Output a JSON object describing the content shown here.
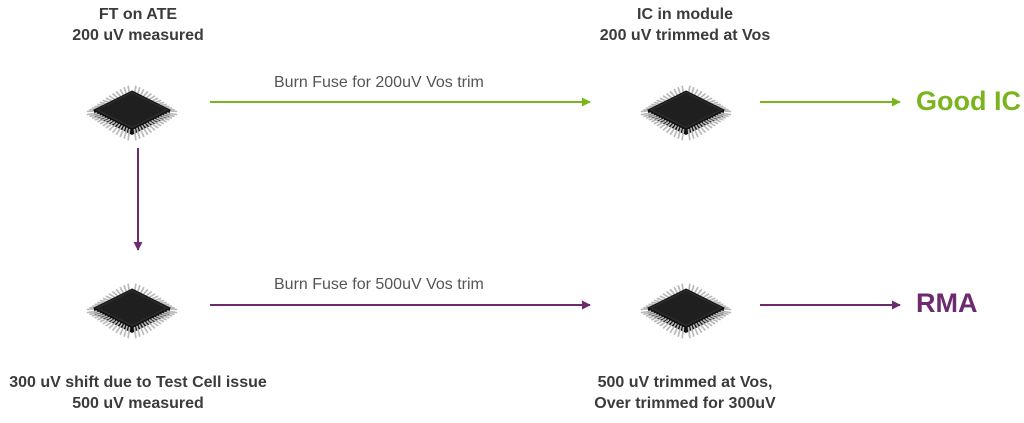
{
  "colors": {
    "pass": "#7ab51d",
    "fail": "#6d2a6e",
    "chip_body": "#1f1f1f",
    "chip_top": "#2c2c2c",
    "pin": "#b9b9b9",
    "caption_text": "#3b3b3b",
    "label_text": "#555555"
  },
  "icons": {
    "chip": "qfp-chip-icon"
  },
  "nodes": {
    "ft_ate": {
      "line1": "FT on ATE",
      "line2": "200 uV measured"
    },
    "module_good": {
      "line1": "IC in module",
      "line2": "200 uV trimmed at Vos"
    },
    "shifted": {
      "line1": "300 uV shift due to Test Cell issue",
      "line2": "500 uV measured"
    },
    "module_bad": {
      "line1": "500 uV trimmed at Vos,",
      "line2": "Over trimmed for 300uV"
    }
  },
  "edges": {
    "top_label": "Burn Fuse for 200uV Vos trim",
    "bottom_label": "Burn Fuse for 500uV Vos trim"
  },
  "outcomes": {
    "good": "Good IC",
    "rma": "RMA"
  }
}
